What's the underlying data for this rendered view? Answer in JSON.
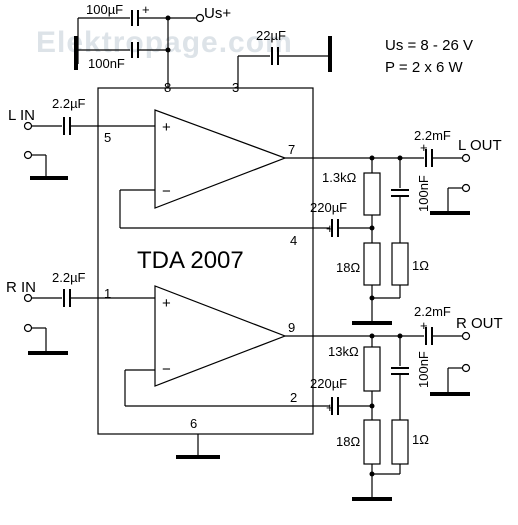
{
  "watermark": "Elektropage.com",
  "specs": {
    "supply": "Us = 8 - 26 V",
    "power": "P = 2 x 6 W"
  },
  "chip": {
    "name": "TDA 2007"
  },
  "pins": {
    "p1": "1",
    "p2": "2",
    "p3": "3",
    "p4": "4",
    "p5": "5",
    "p6": "6",
    "p7": "7",
    "p8": "8",
    "p9": "9"
  },
  "supply": {
    "label": "Us+",
    "cap_electrolytic": "100µF",
    "cap_ceramic": "100nF",
    "cap_pin3": "22µF"
  },
  "left_channel": {
    "in_label": "L IN",
    "in_cap": "2.2µF",
    "out_label": "L OUT",
    "out_cap": "2.2mF",
    "feedback_cap": "220µF",
    "r_feedback": "1.3kΩ",
    "r_ground": "18Ω",
    "r_zobel": "1Ω",
    "c_zobel": "100nF"
  },
  "right_channel": {
    "in_label": "R IN",
    "in_cap": "2.2µF",
    "out_label": "R OUT",
    "out_cap": "2.2mF",
    "feedback_cap": "220µF",
    "r_feedback": "13kΩ",
    "r_ground": "18Ω",
    "r_zobel": "1Ω",
    "c_zobel": "100nF"
  },
  "opamp_signs": {
    "plus": "+",
    "minus": "−"
  }
}
